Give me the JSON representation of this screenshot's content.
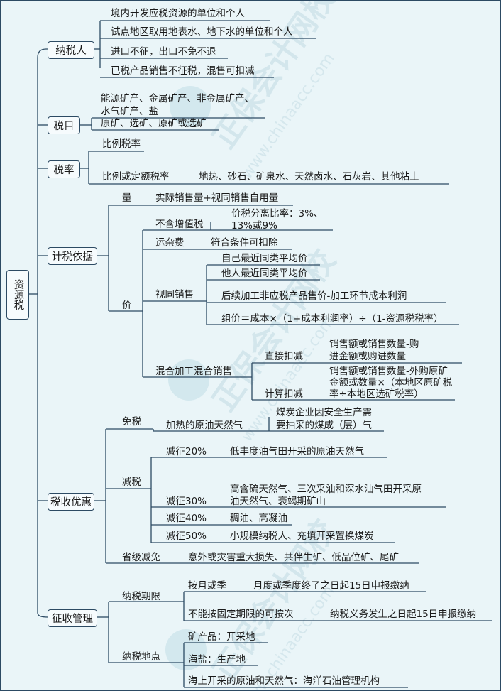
{
  "root": "资源税",
  "branches": {
    "taxpayer": {
      "label": "纳税人",
      "items": [
        "境内开发应税资源的单位和个人",
        "试点地区取用地表水、地下水的单位和个人",
        "进口不征，出口不免不退",
        "已税产品销售不征税，混售可扣减"
      ]
    },
    "taxitem": {
      "label": "税目",
      "line1": "能源矿产、金属矿产、非金属矿产、",
      "line2": "水气矿产、盐",
      "line3": "原矿、选矿、原矿或选矿"
    },
    "rate": {
      "label": "税率",
      "proportional": "比例税率",
      "prop_or_fixed": "比例或定额税率",
      "fixed_items": "地热、砂石、矿泉水、天然卤水、石灰岩、其他粘土"
    },
    "basis": {
      "label": "计税依据",
      "quantity": "量",
      "quantity_desc": "实际销售量+视同销售自用量",
      "price": "价",
      "excl_vat": "不含增值税",
      "excl_vat_desc1": "价税分离比率：3%、",
      "excl_vat_desc2": "13%或9%",
      "freight": "运杂费",
      "freight_desc": "符合条件可扣除",
      "deemed_sale": "视同销售",
      "deemed_1": "自己最近同类平均价",
      "deemed_2": "他人最近同类平均价",
      "deemed_3": "后续加工非应税产品售价-加工环节成本利润",
      "deemed_4": "组价＝成本×（1+成本利润率）÷（1-资源税税率）",
      "mixed": "混合加工混合销售",
      "direct": "直接扣减",
      "direct_desc1": "销售额或销售数量-购",
      "direct_desc2": "进金额或购进数量",
      "calc": "计算扣减",
      "calc_desc1": "销售额或销售数量-外购原矿",
      "calc_desc2": "金额或数量×（本地区原矿税",
      "calc_desc3": "率÷本地区选矿税率）"
    },
    "incentive": {
      "label": "税收优惠",
      "exempt": "免税",
      "exempt_1": "加热的原油天然气",
      "exempt_2a": "煤炭企业因安全生产需",
      "exempt_2b": "要抽采的煤成（层）气",
      "reduce": "减税",
      "r20": "减征20%",
      "r20_desc": "低丰度油气田开采的原油天然气",
      "r30": "减征30%",
      "r30_desc1": "高含硫天然气、三次采油和深水油气田开采原",
      "r30_desc2": "油天然气、衰竭期矿山",
      "r40": "减征40%",
      "r40_desc": "稠油、高凝油",
      "r50": "减征50%",
      "r50_desc": "小规模纳税人、充填开采置换煤炭",
      "provincial": "省级减免",
      "provincial_desc": "意外或灾害重大损失、共伴生矿、低品位矿、尾矿"
    },
    "collection": {
      "label": "征收管理",
      "period": "纳税期限",
      "monthly": "按月或季",
      "monthly_desc": "月度或季度终了之日起15日申报缴纳",
      "per_time": "不能按固定期限的可按次",
      "per_time_desc": "纳税义务发生之日起15日申报缴纳",
      "place": "纳税地点",
      "place_1": "矿产品：开采地",
      "place_2": "海盐：生产地",
      "place_3": "海上开采的原油和天然气：海洋石油管理机构"
    }
  },
  "watermark": {
    "brand": "正保会计网校",
    "url": "www.chinaacc.com"
  }
}
